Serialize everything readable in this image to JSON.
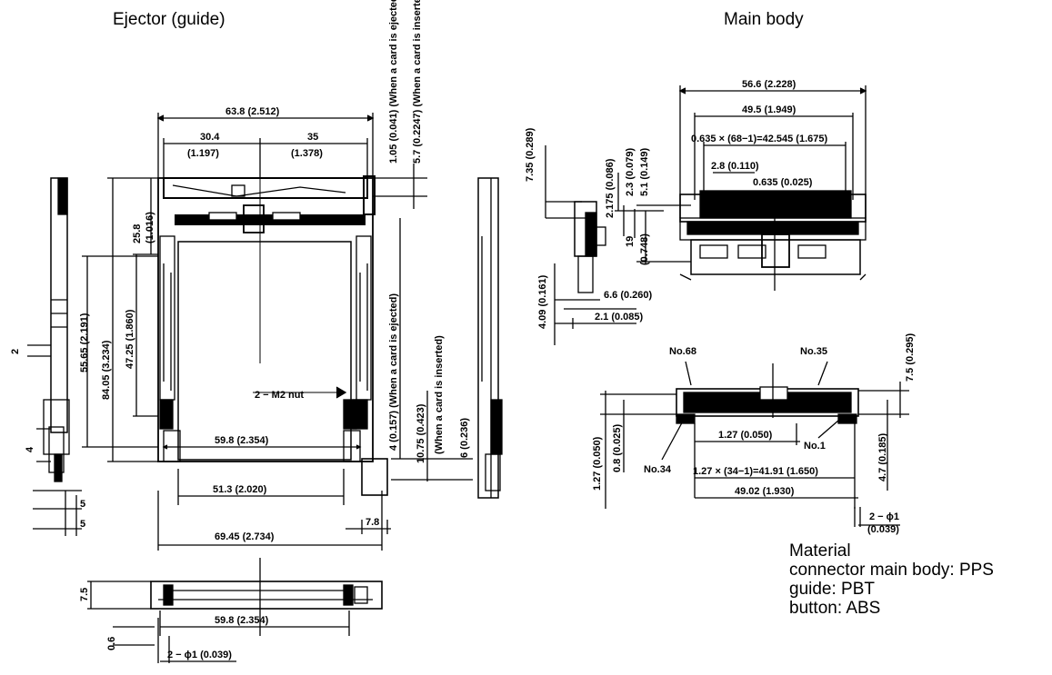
{
  "captions": {
    "ejector": "Ejector (guide)",
    "main_body": "Main body"
  },
  "ejector_dims": {
    "overall_width": "63.8 (2.512)",
    "left_half": "30.4",
    "left_half_in": "(1.197)",
    "right_half": "35",
    "right_half_in": "(1.378)",
    "top_note_1": "1.05 (0.041) (When a card is ejected)",
    "top_note_2": "5.7 (0.2247) (When a card is inserted)",
    "upper_offset": "25.8",
    "upper_offset_in": "(1.016)",
    "height_a": "55.65 (2.191)",
    "height_b": "84.05 (3.234)",
    "height_c": "47.25 (1.860)",
    "mount": "2 − M2 nut",
    "eject_1": "4 (0.157) (When a card is ejected)",
    "eject_2": "10.75 (0.423)",
    "eject_2b": "(When a card is inserted)",
    "eject_3": "6 (0.236)",
    "inner_width": "59.8 (2.354)",
    "mid_width": "51.3 (2.020)",
    "base_width": "69.45 (2.734)",
    "pad": "7.8",
    "side_2": "2",
    "side_4": "4",
    "side_5a": "5",
    "side_5b": "5",
    "bottom_height": "7.5",
    "bottom_width": "59.8 (2.354)",
    "bottom_thk": "0.6",
    "bottom_holes": "2 − ϕ1 (0.039)"
  },
  "main_dims": {
    "overall": "56.6 (2.228)",
    "span": "49.5 (1.949)",
    "pitch_formula": "0.635 × (68−1)=42.545 (1.675)",
    "inner_a": "2.8 (0.110)",
    "inner_pitch": "0.635 (0.025)",
    "side_v1": "7.35 (0.289)",
    "side_v2": "2.175 (0.086)",
    "side_v3": "2.3 (0.079)",
    "side_v4": "5.1 (0.149)",
    "side_v5": "19",
    "side_v6": "(0.748)",
    "side_v7": "4.09 (0.161)",
    "side_h1": "6.6 (0.260)",
    "side_h2": "2.1 (0.085)",
    "no68": "No.68",
    "no35": "No.35",
    "no34": "No.34",
    "no1": "No.1",
    "right_v": "7.5 (0.295)",
    "left_v1": "1.27 (0.050)",
    "left_v2": "0.8 (0.025)",
    "pitch_127": "1.27 (0.050)",
    "formula_2": "1.27 × (34−1)=41.91 (1.650)",
    "total_2": "49.02 (1.930)",
    "right_v2": "4.7 (0.185)",
    "holes": "2 − ϕ1",
    "holes_in": "(0.039)"
  },
  "material": {
    "title": "Material",
    "line1": "connector main body: PPS",
    "line2": "guide: PBT",
    "line3": "button: ABS"
  }
}
